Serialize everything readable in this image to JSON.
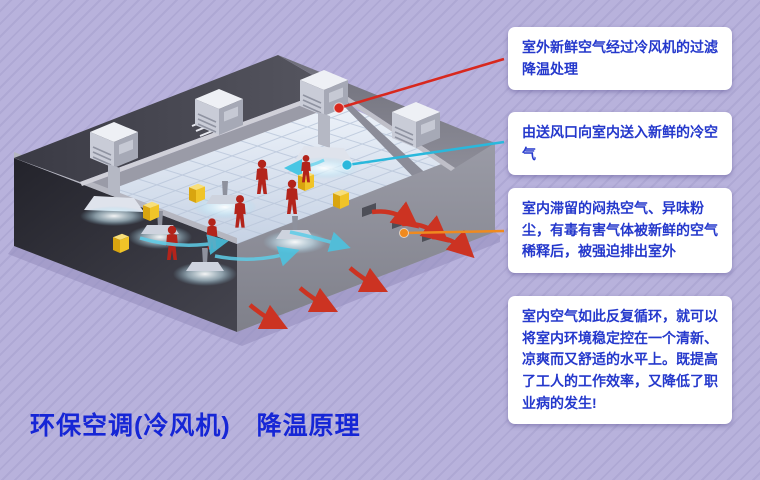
{
  "title": {
    "text": "环保空调(冷风机)　降温原理",
    "color": "#1626d6"
  },
  "callouts": [
    {
      "text": "室外新鲜空气经过冷风机的过滤降温处理",
      "marker_color": "#d8281e",
      "points_to": "roof-cooling-unit"
    },
    {
      "text": "由送风口向室内送入新鲜的冷空气",
      "marker_color": "#2ab8dc",
      "points_to": "indoor-air-supply-outlet"
    },
    {
      "text": "室内滞留的闷热空气、异味粉尘，有毒有害气体被新鲜的空气稀释后，被强迫排出室外",
      "marker_color": "#ef8a1f",
      "points_to": "exhaust-vent"
    },
    {
      "text": "室内空气如此反复循环，就可以将室内环境稳定控在一个清新、凉爽而又舒适的水平上。既提高了工人的工作效率，又降低了职业病的发生!",
      "marker_color": null,
      "points_to": null
    }
  ],
  "colors": {
    "background_base": "#b8b2dc",
    "background_stripe": "#aea8d4",
    "callout_background": "#ffffff",
    "callout_text": "#2438cc",
    "fresh_air_marker": "#d8281e",
    "supply_air_marker": "#2ab8dc",
    "exhaust_marker": "#ef8a1f",
    "hot_air_arrow": "#cc3322",
    "cool_air_glow": "#bfe9f8",
    "worker_figure": "#b3241b",
    "equipment_yellow": "#f0c428"
  }
}
